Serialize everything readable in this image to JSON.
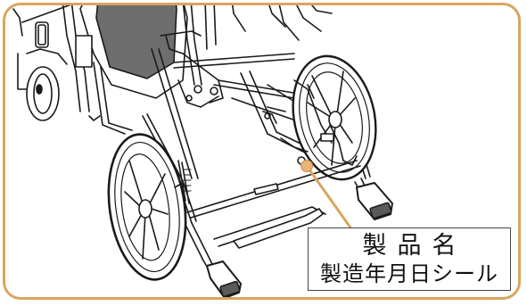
{
  "label": {
    "line1": "製品名",
    "line2": "製造年月日シール"
  },
  "colors": {
    "frame": "#d9a55f",
    "marker": "#e9b37a",
    "leader": "#d9a55f",
    "ink": "#1a1a1a"
  },
  "icons": {
    "marker": "circle-marker"
  }
}
